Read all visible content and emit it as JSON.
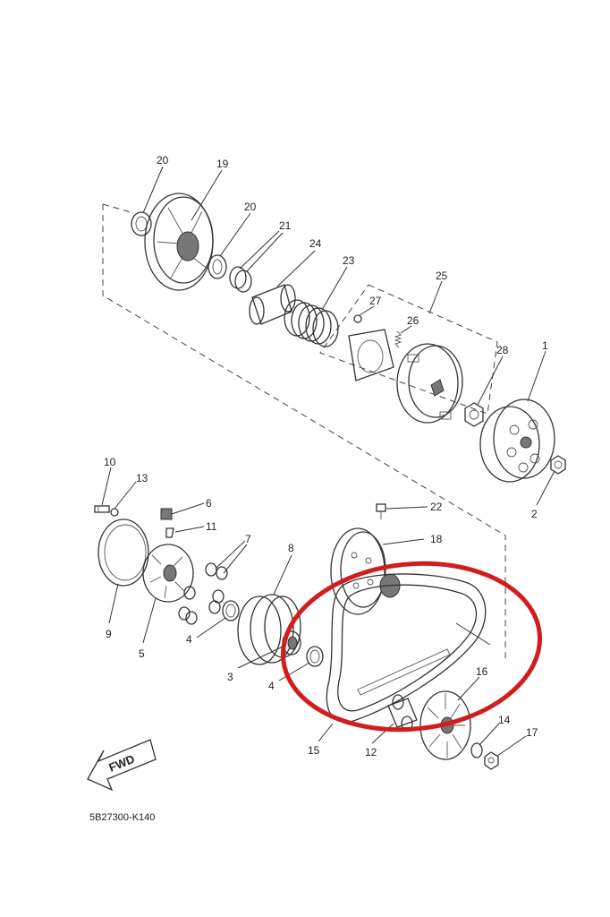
{
  "callouts": [
    {
      "id": "20a",
      "label": "20"
    },
    {
      "id": "19",
      "label": "19"
    },
    {
      "id": "20b",
      "label": "20"
    },
    {
      "id": "21",
      "label": "21"
    },
    {
      "id": "24",
      "label": "24"
    },
    {
      "id": "23",
      "label": "23"
    },
    {
      "id": "25",
      "label": "25"
    },
    {
      "id": "27",
      "label": "27"
    },
    {
      "id": "26",
      "label": "26"
    },
    {
      "id": "28",
      "label": "28"
    },
    {
      "id": "1",
      "label": "1"
    },
    {
      "id": "2",
      "label": "2"
    },
    {
      "id": "10",
      "label": "10"
    },
    {
      "id": "13",
      "label": "13"
    },
    {
      "id": "6",
      "label": "6"
    },
    {
      "id": "11",
      "label": "11"
    },
    {
      "id": "7",
      "label": "7"
    },
    {
      "id": "8",
      "label": "8"
    },
    {
      "id": "22",
      "label": "22"
    },
    {
      "id": "18",
      "label": "18"
    },
    {
      "id": "9",
      "label": "9"
    },
    {
      "id": "5",
      "label": "5"
    },
    {
      "id": "4a",
      "label": "4"
    },
    {
      "id": "3",
      "label": "3"
    },
    {
      "id": "4b",
      "label": "4"
    },
    {
      "id": "16",
      "label": "16"
    },
    {
      "id": "14",
      "label": "14"
    },
    {
      "id": "17",
      "label": "17"
    },
    {
      "id": "15",
      "label": "15"
    },
    {
      "id": "12",
      "label": "12"
    }
  ],
  "fwd_label": "FWD",
  "drawing_number": "5B27300-K140",
  "highlight_color": "#d21d1d"
}
